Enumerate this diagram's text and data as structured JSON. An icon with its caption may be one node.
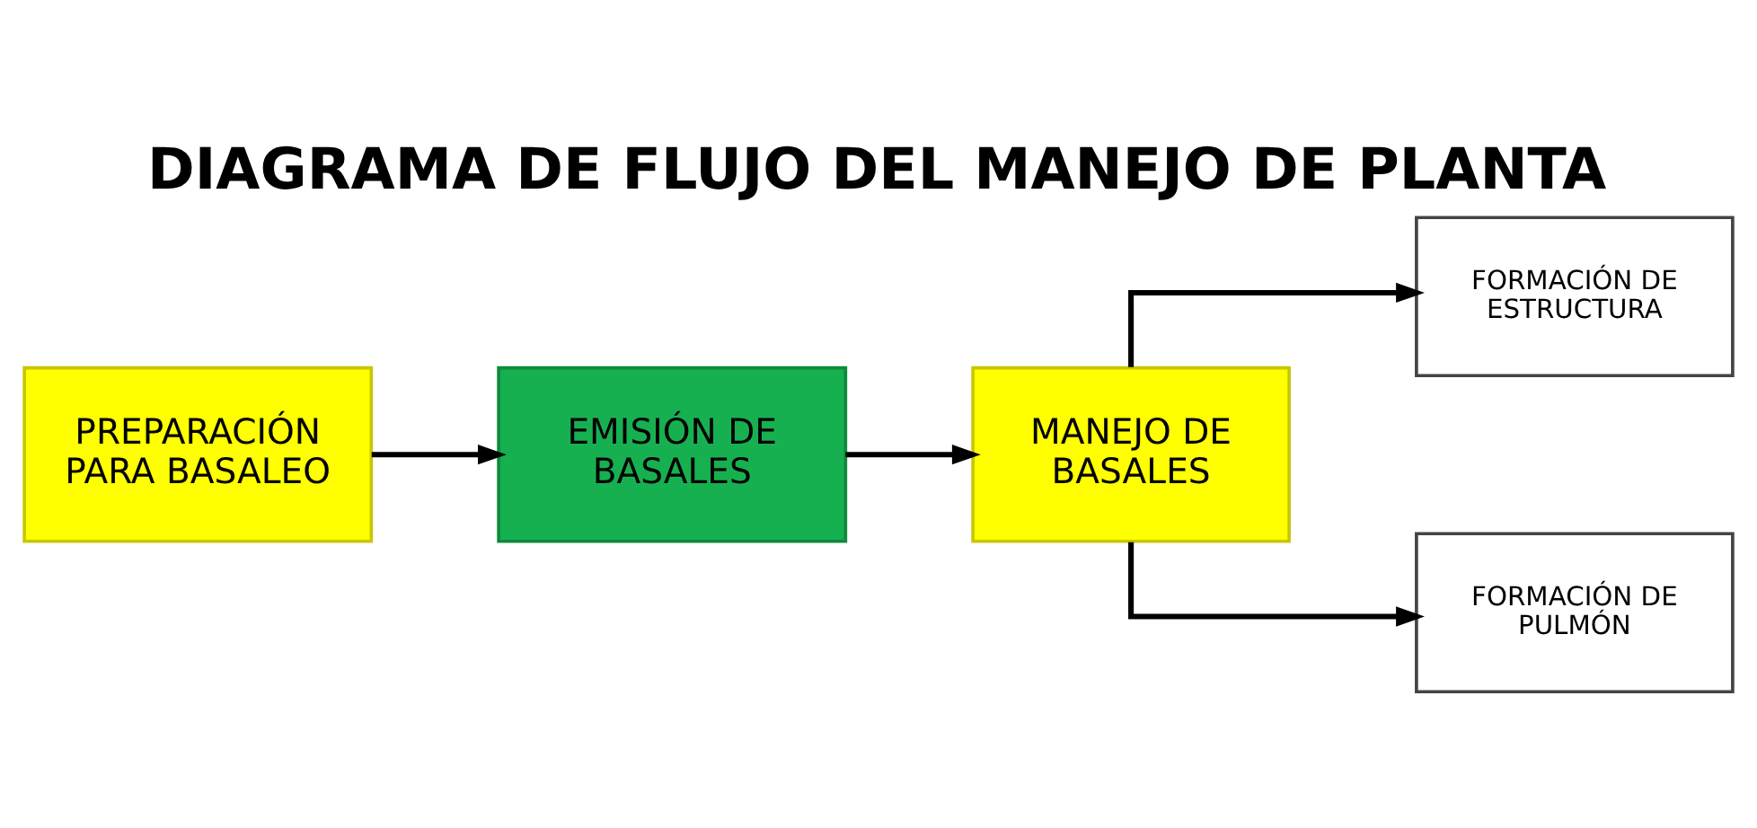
{
  "diagram": {
    "title": "DIAGRAMA DE FLUJO DEL MANEJO DE PLANTA",
    "nodes": [
      {
        "text": [
          "PREPARACIÓN PARA BASALEO"
        ]
      },
      {
        "text": [
          "EMISIÓN DE BASALES"
        ]
      },
      {
        "text": [
          "MANEJO DE BASALES"
        ]
      },
      {
        "text": [
          "FORMACIÓN DE ESTRUCTURA"
        ]
      },
      {
        "text": [
          "FORMACIÓN DE PULMÓN"
        ]
      }
    ],
    "edges": [
      {
        "from": 0,
        "to": 1,
        "arrow": "to"
      },
      {
        "from": 1,
        "to": 2,
        "arrow": "to"
      },
      {
        "from": 2,
        "to": 3,
        "arrow": "to"
      },
      {
        "from": 2,
        "to": 4,
        "arrow": "to"
      }
    ]
  }
}
